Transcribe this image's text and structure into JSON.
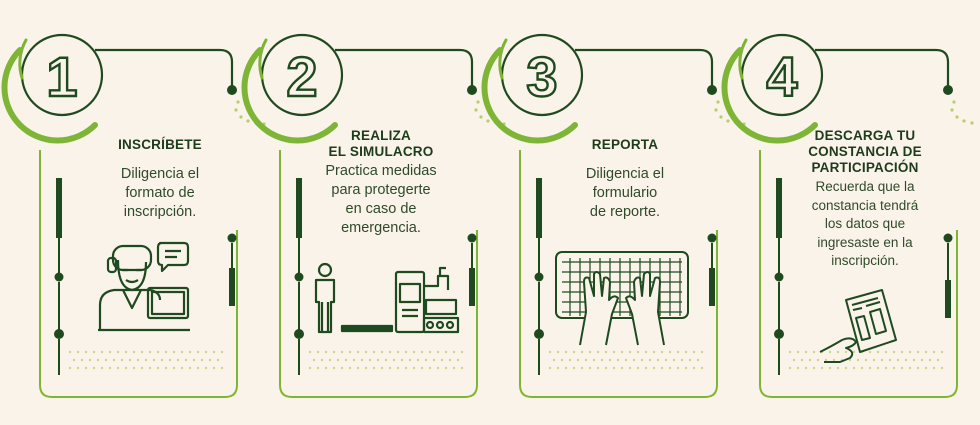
{
  "colors": {
    "background": "#faf3ea",
    "dark_green": "#1f4a1f",
    "lime_green": "#7fb536",
    "dot_green": "#b6cf6a"
  },
  "steps": [
    {
      "number": "1",
      "title": "INSCRÍBETE",
      "description": "Diligencia el\nformato de\ninscripción.",
      "icon": "person-at-computer-icon"
    },
    {
      "number": "2",
      "title": "REALIZA\nEL SIMULACRO",
      "description": "Practica medidas\npara protegerte\nen caso de\nemergencia.",
      "icon": "person-and-machinery-icon"
    },
    {
      "number": "3",
      "title": "REPORTA",
      "description": "Diligencia el\nformulario\nde reporte.",
      "icon": "hands-on-keyboard-icon"
    },
    {
      "number": "4",
      "title": "DESCARGA TU\nCONSTANCIA DE\nPARTICIPACIÓN",
      "description": "Recuerda que la\nconstancia tendrá\nlos datos que\ningresaste en la\ninscripción.",
      "icon": "hand-holding-document-icon"
    }
  ]
}
